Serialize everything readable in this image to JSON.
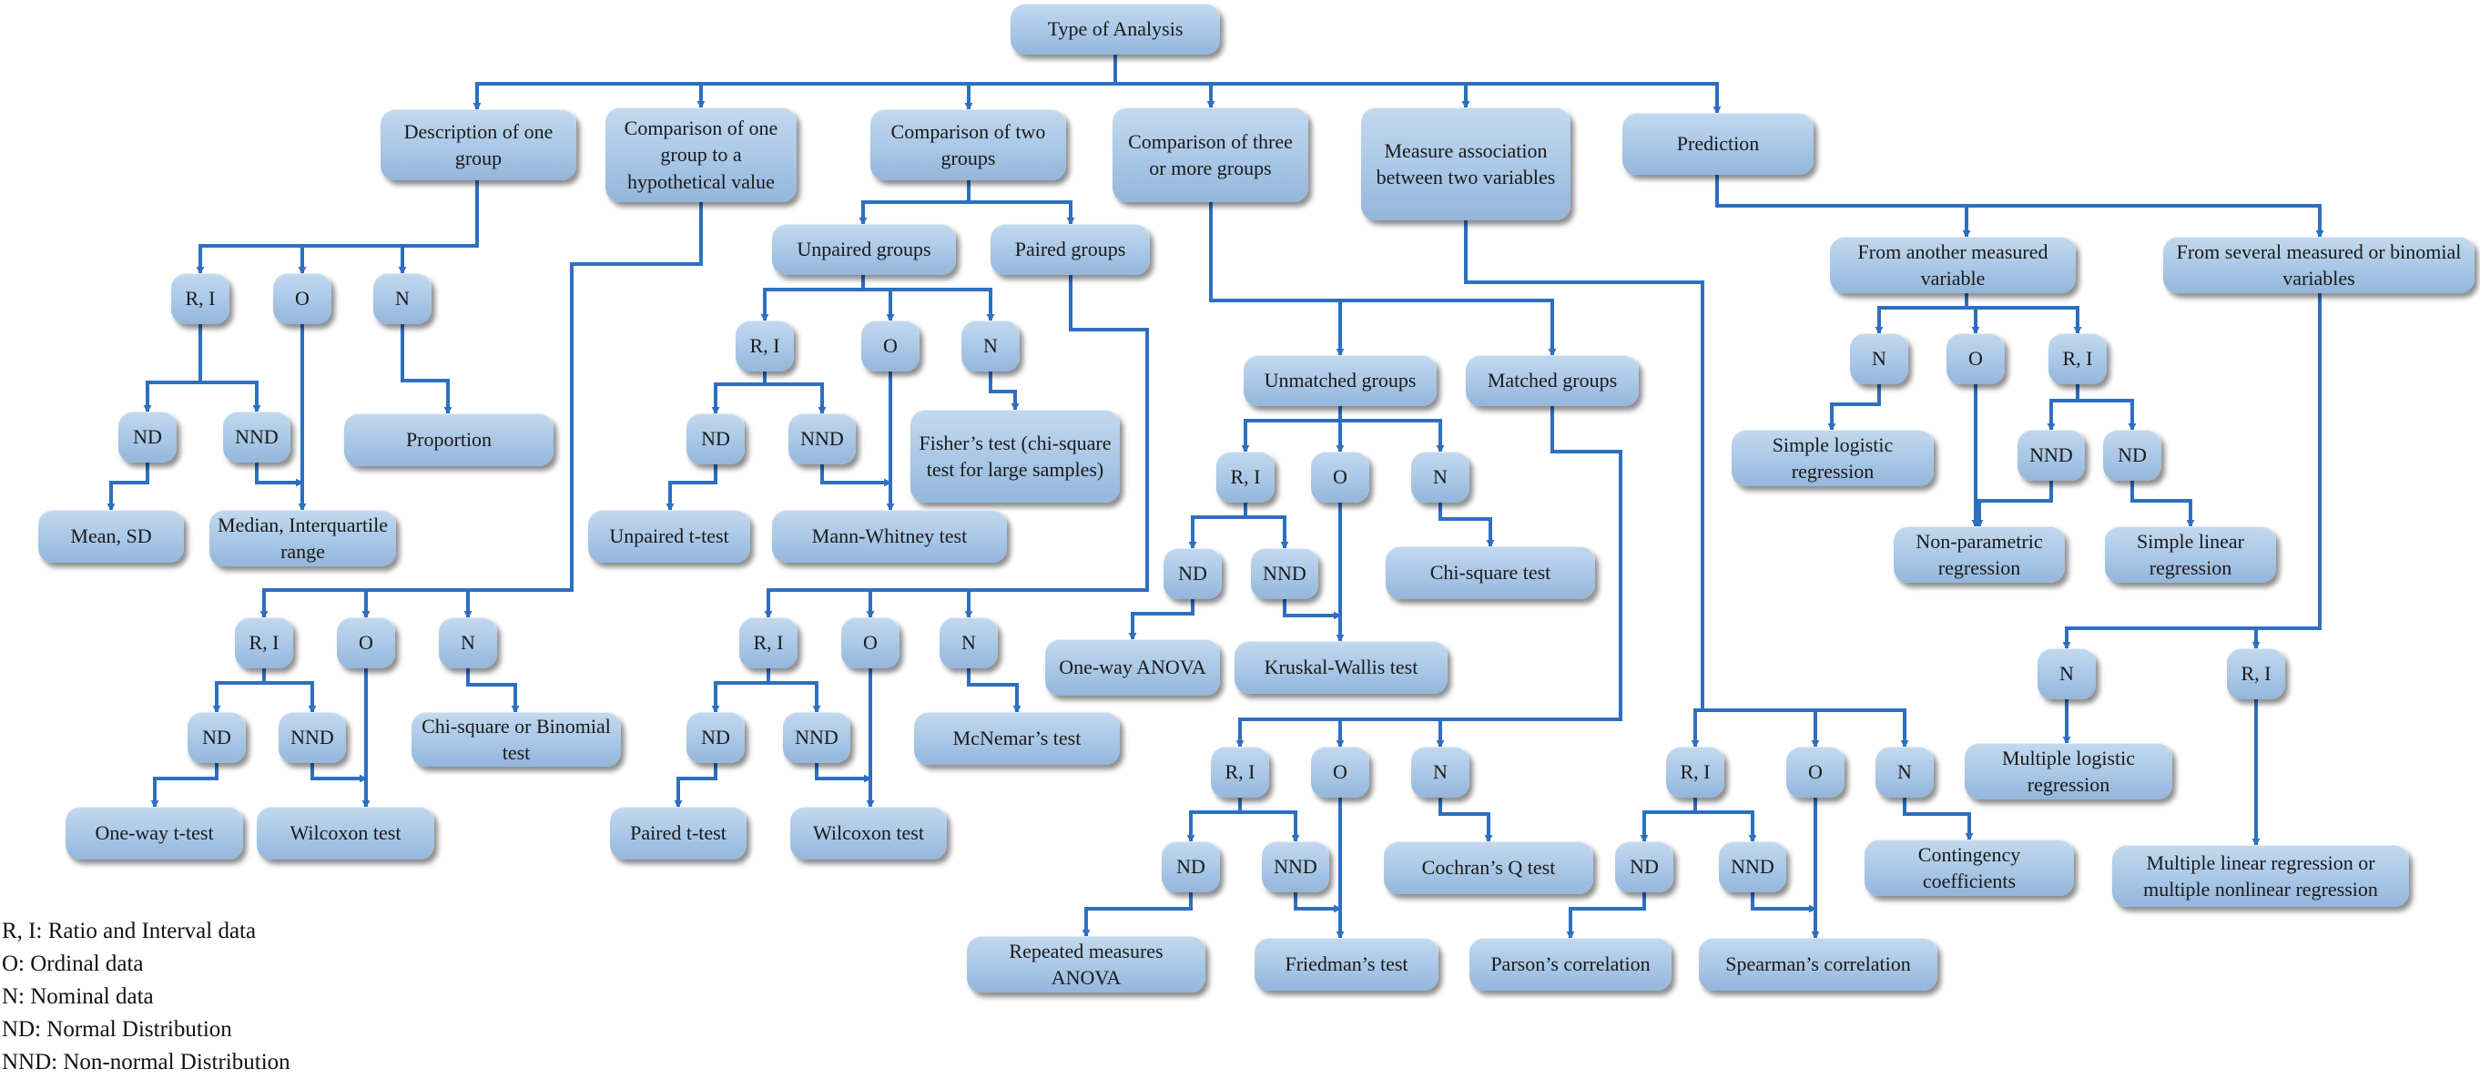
{
  "nodes": {
    "root": "Type of Analysis",
    "desc": "Description of one group",
    "comp_hyp": "Comparison of one group to a hypothetical value",
    "comp_two": "Comparison of two groups",
    "comp_three": "Comparison of three or more groups",
    "measure": "Measure association between two variables",
    "prediction": "Prediction",
    "d_ri": "R, I",
    "d_o": "O",
    "d_n": "N",
    "d_nd": "ND",
    "d_nnd": "NND",
    "d_prop": "Proportion",
    "d_mean": "Mean, SD",
    "d_median": "Median, Interquartile range",
    "h_ri": "R, I",
    "h_o": "O",
    "h_n": "N",
    "h_nd": "ND",
    "h_nnd": "NND",
    "h_chi": "Chi-square or Binomial test",
    "h_ttest": "One-way t-test",
    "h_wilcoxon": "Wilcoxon test",
    "unpaired": "Unpaired groups",
    "paired": "Paired groups",
    "u_ri": "R, I",
    "u_o": "O",
    "u_n": "N",
    "u_nd": "ND",
    "u_nnd": "NND",
    "u_fisher": "Fisher’s test (chi-square test for large samples)",
    "u_ttest": "Unpaired t-test",
    "u_mann": "Mann-Whitney test",
    "p_ri": "R, I",
    "p_o": "O",
    "p_n": "N",
    "p_nd": "ND",
    "p_nnd": "NND",
    "p_mcnemar": "McNemar’s test",
    "p_ttest": "Paired t-test",
    "p_wilcoxon": "Wilcoxon test",
    "unmatched": "Unmatched groups",
    "matched": "Matched groups",
    "um_ri": "R, I",
    "um_o": "O",
    "um_n": "N",
    "um_nd": "ND",
    "um_nnd": "NND",
    "um_chi": "Chi-square test",
    "um_anova": "One-way ANOVA",
    "um_kruskal": "Kruskal-Wallis test",
    "m_ri": "R, I",
    "m_o": "O",
    "m_n": "N",
    "m_nd": "ND",
    "m_nnd": "NND",
    "m_cochran": "Cochran’s Q test",
    "m_repeated": "Repeated measures ANOVA",
    "m_friedman": "Friedman’s test",
    "a_ri": "R, I",
    "a_o": "O",
    "a_n": "N",
    "a_nd": "ND",
    "a_nnd": "NND",
    "a_contingency": "Contingency coefficients",
    "a_parson": "Parson’s correlation",
    "a_spearman": "Spearman’s correlation",
    "another": "From another measured variable",
    "several": "From several measured or binomial variables",
    "pa_n": "N",
    "pa_o": "O",
    "pa_ri": "R, I",
    "pa_logistic": "Simple logistic regression",
    "pa_nnd": "NND",
    "pa_nd": "ND",
    "pa_nonparam": "Non-parametric regression",
    "pa_linear": "Simple linear regression",
    "ps_n": "N",
    "ps_ri": "R, I",
    "ps_logistic": "Multiple logistic regression",
    "ps_linear": "Multiple linear regression or multiple nonlinear regression"
  },
  "legend": [
    "R, I: Ratio and Interval data",
    "O: Ordinal data",
    "N: Nominal data",
    "ND: Normal Distribution",
    "NND: Non-normal Distribution"
  ],
  "colors": {
    "arrow": "#2e6fc0",
    "node_fill": "#abc8e7"
  }
}
